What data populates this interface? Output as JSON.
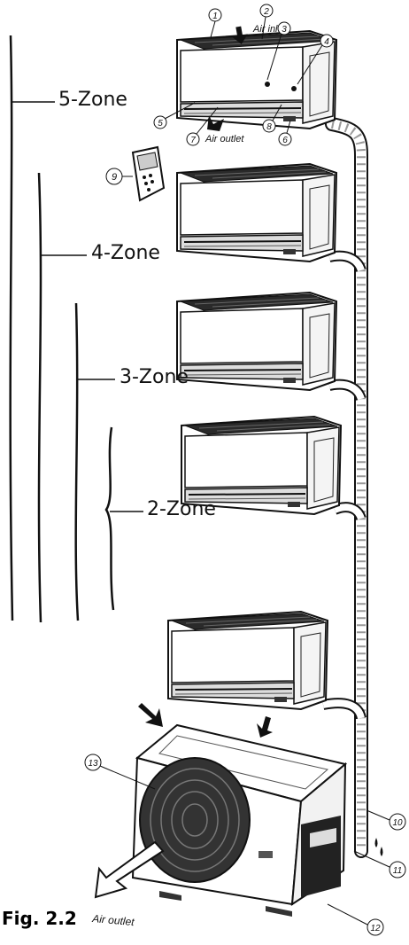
{
  "zones": {
    "five": "5-Zone",
    "four": "4-Zone",
    "three": "3-Zone",
    "two": "2-Zone"
  },
  "air_labels": {
    "inlet": "Air inlet",
    "outlet_indoor": "Air outlet",
    "outlet_outdoor": "Air outlet"
  },
  "callouts": [
    "1",
    "2",
    "3",
    "4",
    "5",
    "6",
    "7",
    "8",
    "9",
    "10",
    "11",
    "12",
    "13"
  ],
  "caption": "Fig. 2.2"
}
